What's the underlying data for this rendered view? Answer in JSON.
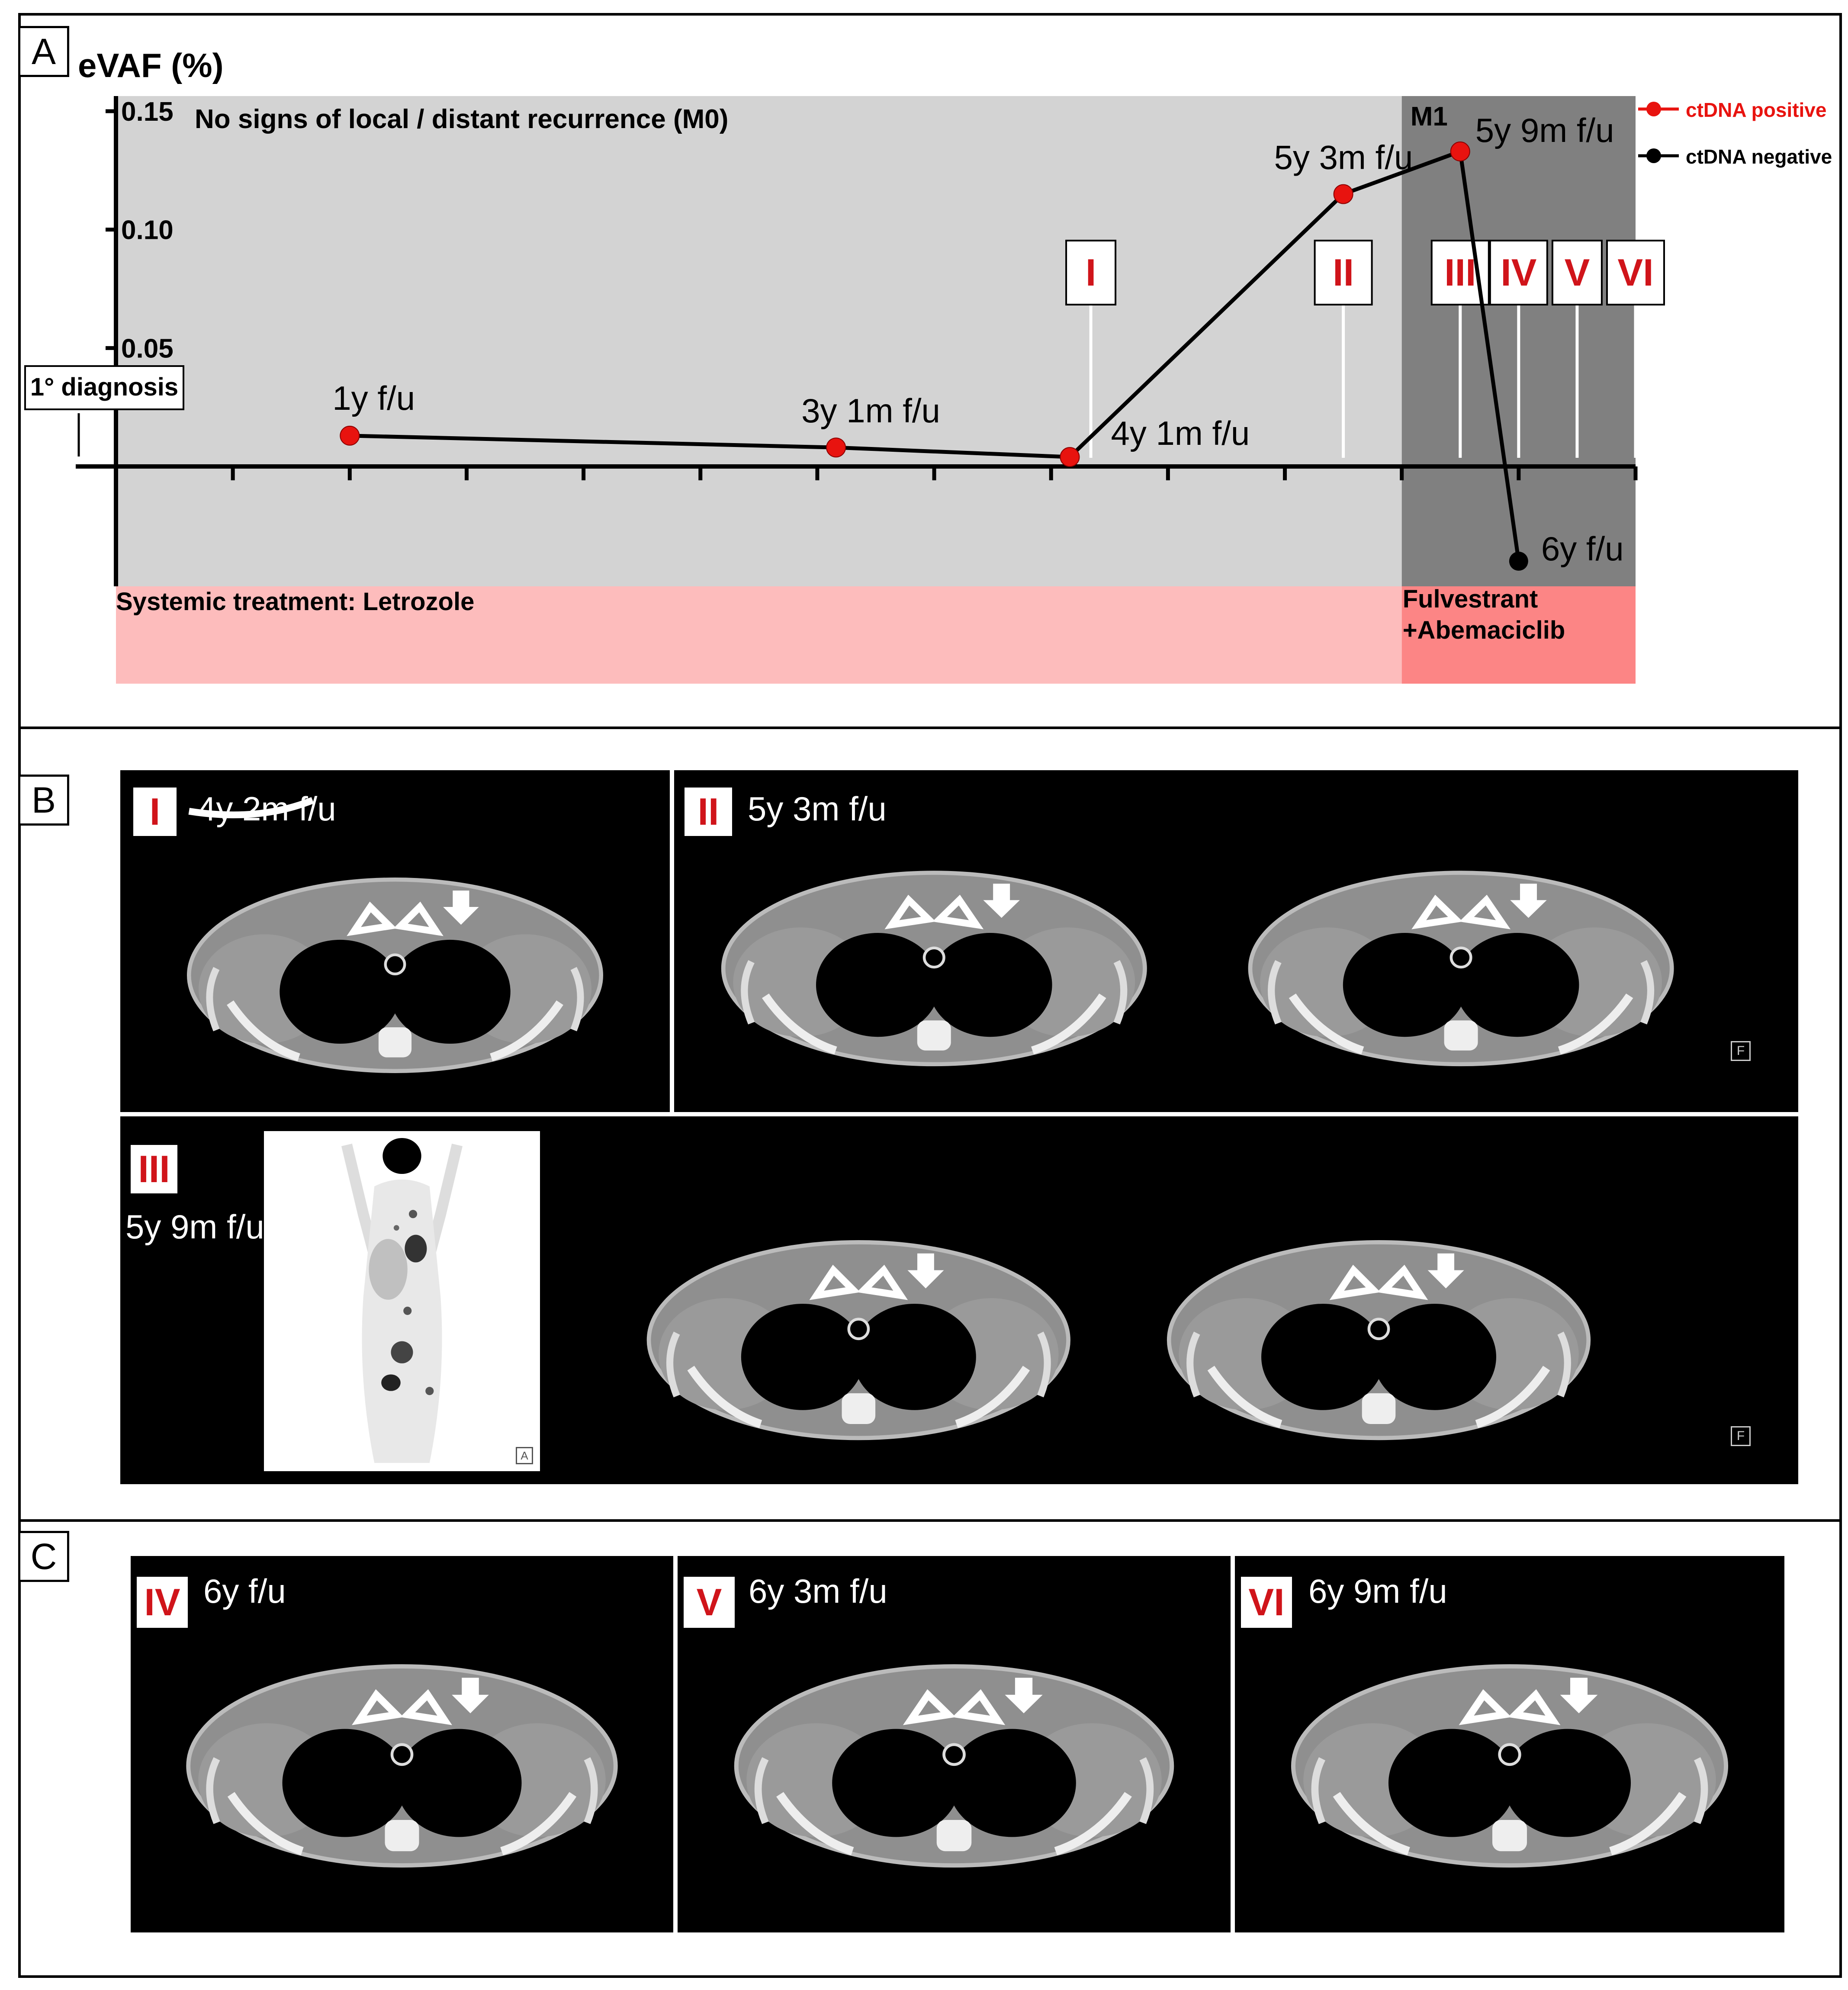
{
  "panels": {
    "a_letter": "A",
    "b_letter": "B",
    "c_letter": "C"
  },
  "chart_data": {
    "type": "line",
    "ylabel": "eVAF (%)",
    "y_ticks": [
      "0.15",
      "0.10",
      "0.05"
    ],
    "ylim": [
      -0.05,
      0.15
    ],
    "x_units": "years since primary diagnosis",
    "xlim": [
      0,
      6.5
    ],
    "x_tick_interval": 0.5,
    "grid": false,
    "legend_placement": "top-right",
    "series": [
      {
        "name": "ctDNA positive",
        "color": "#e8130f",
        "points": [
          {
            "x": 1.0,
            "y": 0.013,
            "label": "1y f/u"
          },
          {
            "x": 3.08,
            "y": 0.008,
            "label": "3y 1m f/u"
          },
          {
            "x": 4.08,
            "y": 0.004,
            "label": "4y 1m f/u"
          },
          {
            "x": 5.25,
            "y": 0.115,
            "label": "5y 3m f/u"
          },
          {
            "x": 5.75,
            "y": 0.133,
            "label": "5y 9m f/u"
          }
        ]
      },
      {
        "name": "ctDNA negative",
        "color": "#000000",
        "points": [
          {
            "x": 6.0,
            "y": -0.04,
            "label": "6y f/u"
          }
        ]
      }
    ],
    "regions": [
      {
        "label": "No signs of local / distant recurrence (M0)",
        "x_from": 0,
        "x_to": 5.5,
        "color": "#d3d3d3"
      },
      {
        "label": "M1",
        "x_from": 5.5,
        "x_to": 6.5,
        "color": "#808080"
      }
    ],
    "treatments": [
      {
        "label": "Systemic treatment: Letrozole",
        "x_from": 0,
        "x_to": 5.5,
        "color": "#fdbcbc"
      },
      {
        "label": "Fulvestrant\n+Abemaciclib",
        "x_from": 5.5,
        "x_to": 6.5,
        "color": "#fc8585"
      }
    ],
    "event_markers": [
      {
        "label": "I",
        "x": 4.17
      },
      {
        "label": "II",
        "x": 5.25
      },
      {
        "label": "III",
        "x": 5.75
      },
      {
        "label": "IV",
        "x": 6.0
      },
      {
        "label": "V",
        "x": 6.25
      },
      {
        "label": "VI",
        "x": 6.5
      }
    ],
    "baseline_label": "1° diagnosis"
  },
  "scans": {
    "b_row1": [
      {
        "marker": "I",
        "label": "4y 2m f/u"
      },
      {
        "marker": "II",
        "label": "5y 3m f/u"
      }
    ],
    "b_row2": [
      {
        "marker": "III",
        "label": "5y 9m f/u"
      }
    ],
    "c_row": [
      {
        "marker": "IV",
        "label": "6y f/u"
      },
      {
        "marker": "V",
        "label": "6y 3m f/u"
      },
      {
        "marker": "VI",
        "label": "6y 9m f/u"
      }
    ],
    "pet_corner": "A",
    "ct_corner": "F"
  }
}
